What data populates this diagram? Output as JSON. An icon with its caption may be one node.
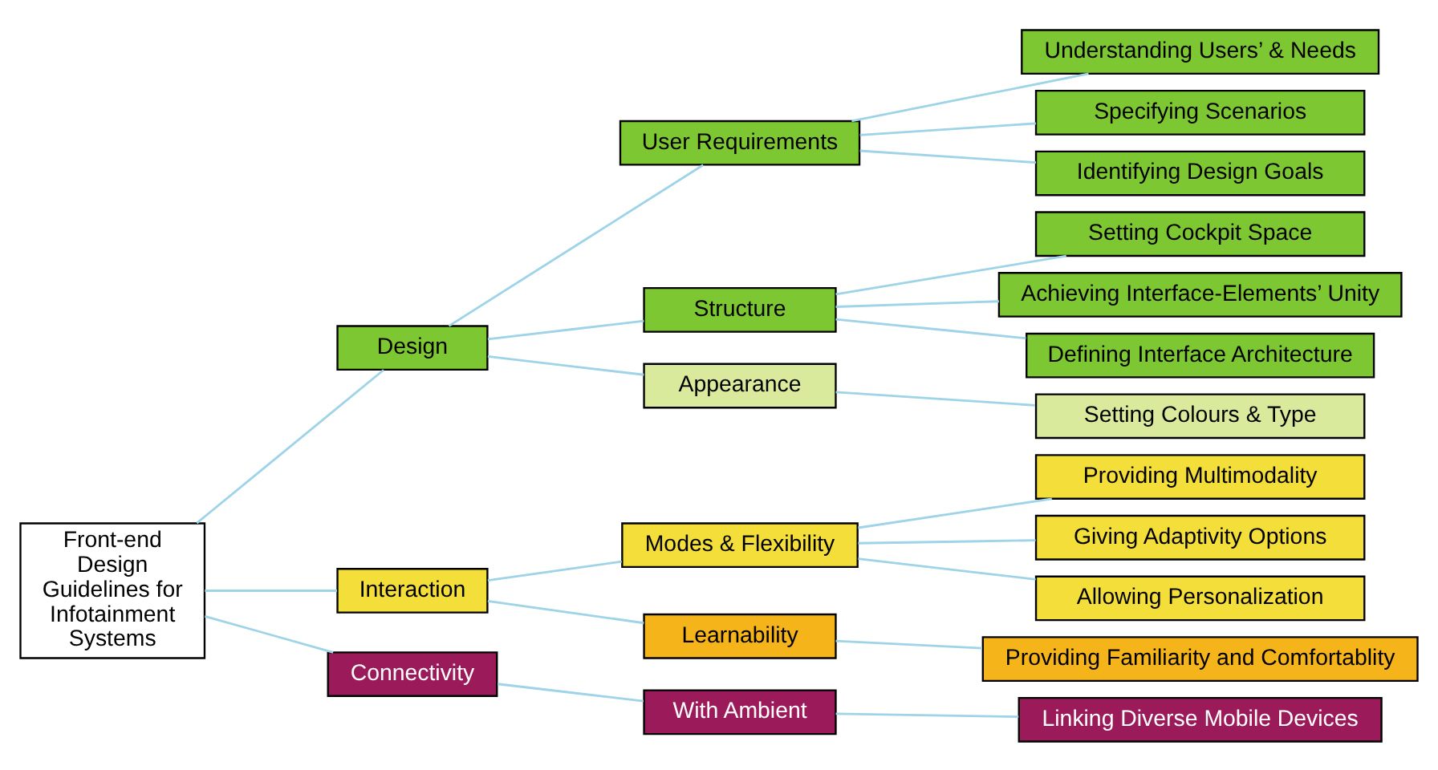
{
  "diagram": {
    "nodes": [
      {
        "text": [
          "Front-end Design Guidelines for Infotainment Systems"
        ]
      },
      {
        "text": [
          "Design"
        ]
      },
      {
        "text": [
          "Interaction"
        ]
      },
      {
        "text": [
          "Connectivity"
        ]
      },
      {
        "text": [
          "User Requirements"
        ]
      },
      {
        "text": [
          "Structure"
        ]
      },
      {
        "text": [
          "Appearance"
        ]
      },
      {
        "text": [
          "Modes & Flexibility"
        ]
      },
      {
        "text": [
          "Learnability"
        ]
      },
      {
        "text": [
          "With Ambient"
        ]
      },
      {
        "text": [
          "Understanding Users’ & Needs"
        ]
      },
      {
        "text": [
          "Specifying Scenarios"
        ]
      },
      {
        "text": [
          "Identifying Design Goals"
        ]
      },
      {
        "text": [
          "Setting Cockpit Space"
        ]
      },
      {
        "text": [
          "Achieving Interface-Elements’ Unity"
        ]
      },
      {
        "text": [
          "Defining Interface Architecture"
        ]
      },
      {
        "text": [
          "Setting Colours & Type"
        ]
      },
      {
        "text": [
          "Providing Multimodality"
        ]
      },
      {
        "text": [
          "Giving Adaptivity Options"
        ]
      },
      {
        "text": [
          "Allowing Personalization"
        ]
      },
      {
        "text": [
          "Providing Familiarity and Comfortablity"
        ]
      },
      {
        "text": [
          "Linking Diverse Mobile Devices"
        ]
      }
    ],
    "edges": [
      {
        "from": 0,
        "to": 1,
        "arrow": "none"
      },
      {
        "from": 0,
        "to": 2,
        "arrow": "none"
      },
      {
        "from": 0,
        "to": 3,
        "arrow": "none"
      },
      {
        "from": 1,
        "to": 4,
        "arrow": "none"
      },
      {
        "from": 1,
        "to": 5,
        "arrow": "none"
      },
      {
        "from": 1,
        "to": 6,
        "arrow": "none"
      },
      {
        "from": 2,
        "to": 7,
        "arrow": "none"
      },
      {
        "from": 2,
        "to": 8,
        "arrow": "none"
      },
      {
        "from": 3,
        "to": 9,
        "arrow": "none"
      },
      {
        "from": 4,
        "to": 10,
        "arrow": "none"
      },
      {
        "from": 4,
        "to": 11,
        "arrow": "none"
      },
      {
        "from": 4,
        "to": 12,
        "arrow": "none"
      },
      {
        "from": 5,
        "to": 13,
        "arrow": "none"
      },
      {
        "from": 5,
        "to": 14,
        "arrow": "none"
      },
      {
        "from": 5,
        "to": 15,
        "arrow": "none"
      },
      {
        "from": 6,
        "to": 16,
        "arrow": "none"
      },
      {
        "from": 7,
        "to": 17,
        "arrow": "none"
      },
      {
        "from": 7,
        "to": 18,
        "arrow": "none"
      },
      {
        "from": 7,
        "to": 19,
        "arrow": "none"
      },
      {
        "from": 8,
        "to": 20,
        "arrow": "none"
      },
      {
        "from": 9,
        "to": 21,
        "arrow": "none"
      }
    ]
  }
}
